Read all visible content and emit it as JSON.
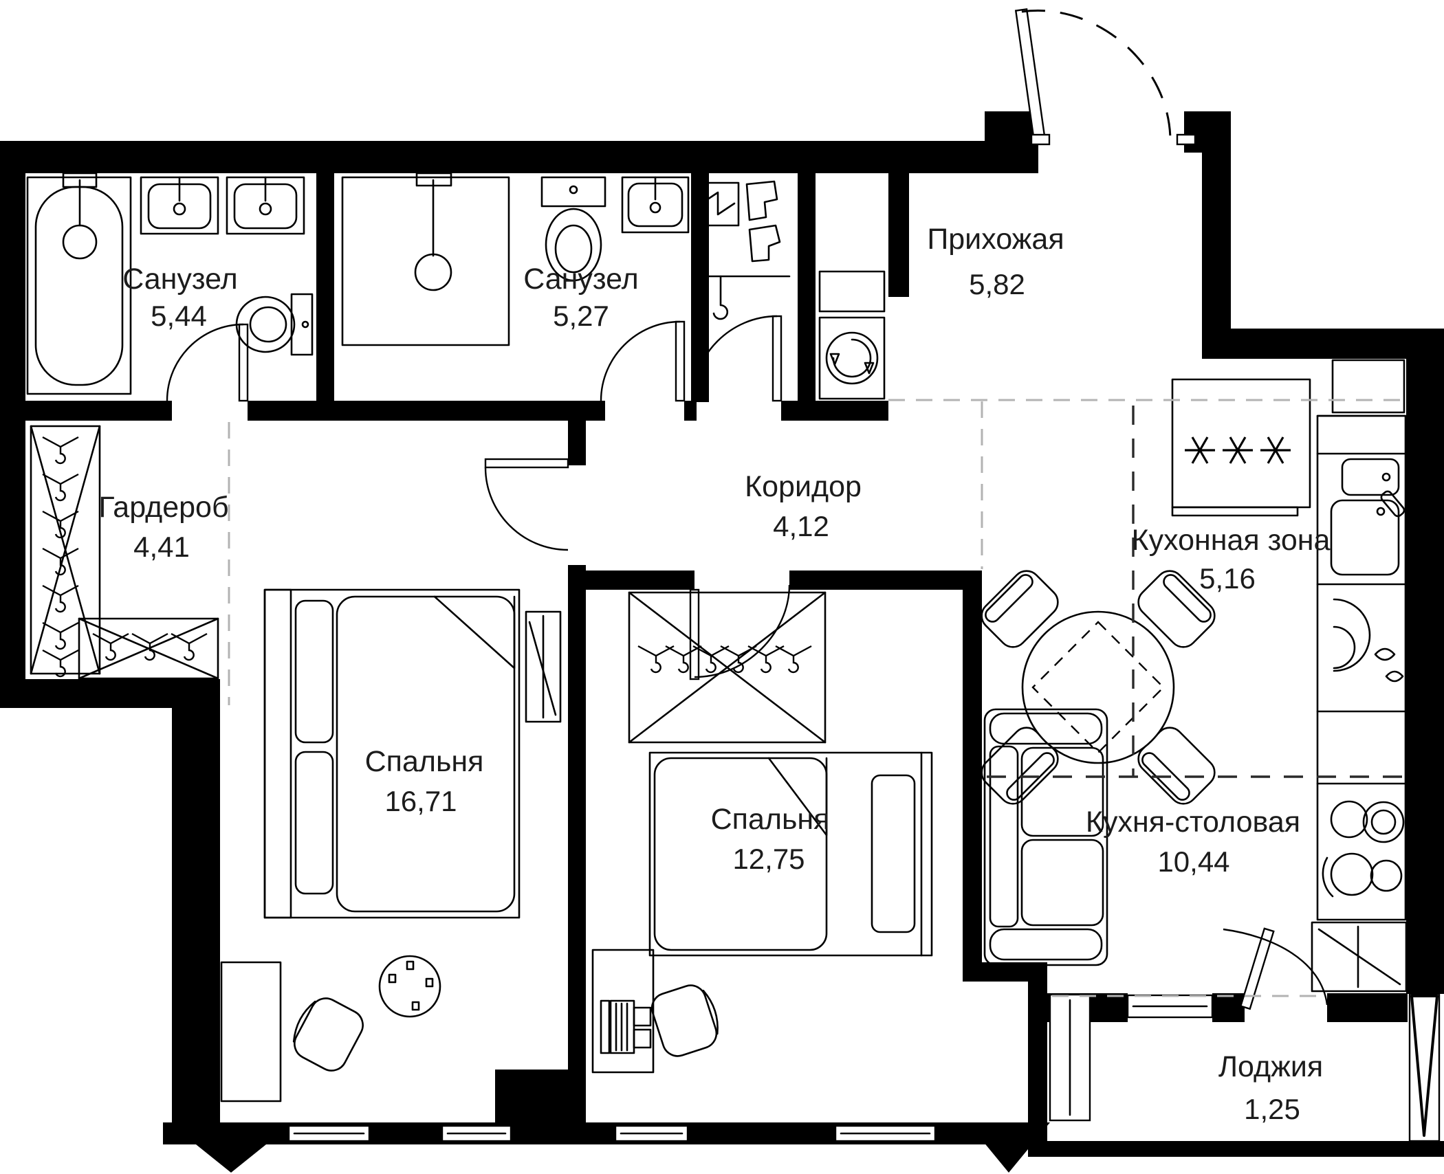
{
  "plan": {
    "title": "Apartment floor plan",
    "rooms": [
      {
        "name": "Санузел",
        "area": "5,44"
      },
      {
        "name": "Санузел",
        "area": "5,27"
      },
      {
        "name": "Прихожая",
        "area": "5,82"
      },
      {
        "name": "Гардероб",
        "area": "4,41"
      },
      {
        "name": "Коридор",
        "area": "4,12"
      },
      {
        "name": "Спальня",
        "area": "16,71"
      },
      {
        "name": "Спальня",
        "area": "12,75"
      },
      {
        "name": "Кухонная зона",
        "area": "5,16"
      },
      {
        "name": "Кухня-столовая",
        "area": "10,44"
      },
      {
        "name": "Лоджия",
        "area": "1,25"
      }
    ],
    "fixtures": [
      "bathtub",
      "sink",
      "sink",
      "toilet",
      "shower-cabin",
      "toilet",
      "sink",
      "coat-shelf",
      "coat-hook",
      "washing-machine",
      "hanger-rack",
      "hanger-rack",
      "double-bed",
      "desk",
      "office-chair",
      "ceiling-lamp",
      "dresser-mirror",
      "wardrobe-hangers",
      "single-bed",
      "desk-laptop",
      "office-chair",
      "fridge",
      "kitchen-counter",
      "kitchen-sink",
      "dish-rack",
      "stove",
      "round-dining-table",
      "chair",
      "chair",
      "chair",
      "chair",
      "sofa",
      "mirror-wardrobe",
      "window",
      "loggia-glazing",
      "entry-door"
    ],
    "colors": {
      "walls": "#000000",
      "background": "#ffffff",
      "text": "#1c1c1c",
      "zone_dash": "#2a2a2a",
      "guide_dash": "#b3b3b3"
    }
  }
}
